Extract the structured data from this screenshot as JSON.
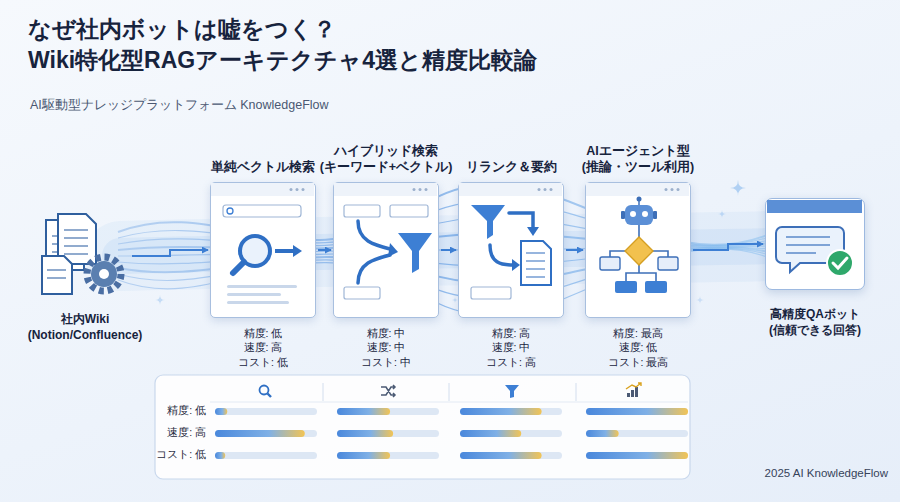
{
  "diagram": {
    "title": "なぜ社内ボットは嘘をつく？ Wiki特化型RAGアーキテクチャ4選と精度比較論",
    "nodes": [
      {
        "text": [
          "社内Wiki (Notion/Confluence)"
        ]
      },
      {
        "text": [
          "単純ベクトル検索",
          "精度: 低",
          "速度: 高",
          "コスト: 低"
        ]
      },
      {
        "text": [
          "ハイブリッド検索 (キーワード+ベクトル)",
          "精度: 中",
          "速度: 中",
          "コスト: 中"
        ]
      },
      {
        "text": [
          "リランク＆要約",
          "精度: 高",
          "速度: 中",
          "コスト: 高"
        ]
      },
      {
        "text": [
          "AIエージェント型 (推論・ツール利用)",
          "精度: 最高",
          "速度: 低",
          "コスト: 最高"
        ]
      },
      {
        "text": [
          "高精度QAボット (信頼できる回答)"
        ]
      }
    ],
    "edges": [
      {
        "from": 0,
        "to": 1,
        "arrow": "to"
      },
      {
        "from": 1,
        "to": 2,
        "arrow": "to"
      },
      {
        "from": 2,
        "to": 3,
        "arrow": "to"
      },
      {
        "from": 3,
        "to": 4,
        "arrow": "to"
      },
      {
        "from": 4,
        "to": 5,
        "arrow": "to"
      }
    ],
    "labels": [
      "AI駆動型ナレッジプラットフォーム KnowledgeFlow",
      "精度: 低",
      "速度: 高",
      "コスト: 低",
      "2025 AI KnowledgeFlow"
    ]
  }
}
